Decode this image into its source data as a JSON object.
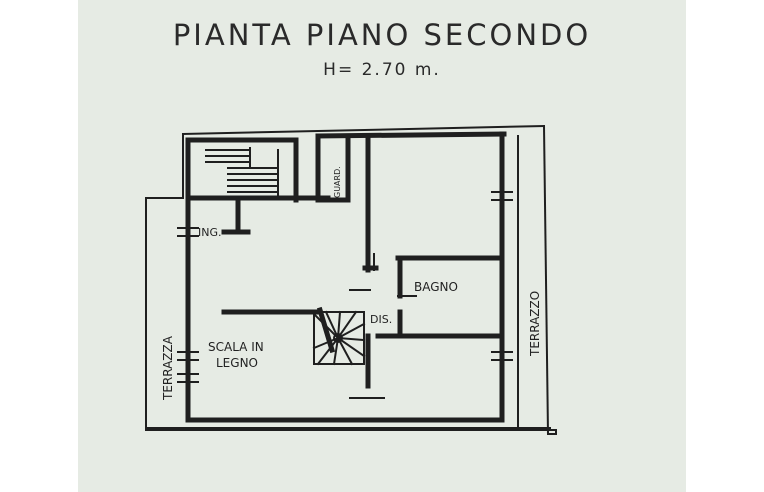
{
  "title": "PIANTA PIANO SECONDO",
  "height_note": "H= 2.70 m.",
  "labels": {
    "ingresso": "ING.",
    "guardaroba": "GUARD.",
    "bagno": "BAGNO",
    "disimpegno": "DIS.",
    "scala_line1": "SCALA IN",
    "scala_line2": "LEGNO",
    "terrazza_left": "TERRAZZA",
    "terrazzo_right": "TERRAZZO"
  },
  "colors": {
    "paper": "#e6ebe4",
    "ink": "#1f1f1f"
  }
}
